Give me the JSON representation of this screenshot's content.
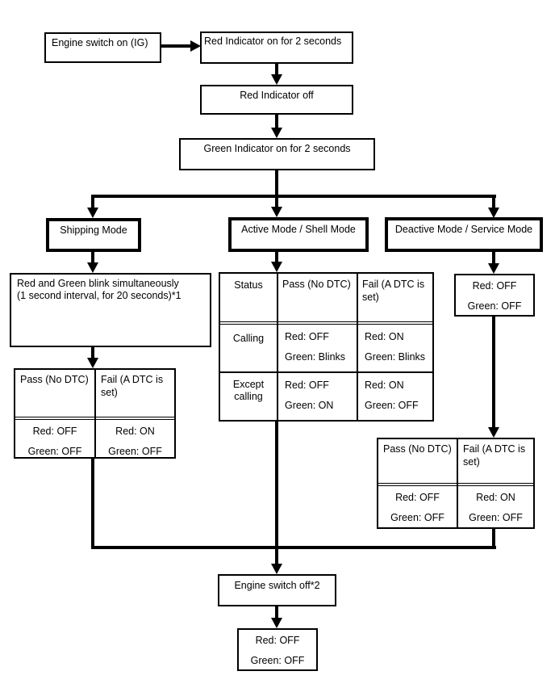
{
  "colors": {
    "line": "#000000",
    "background": "#ffffff",
    "text": "#000000"
  },
  "flow": {
    "engine_switch_on": "Engine switch on (IG)",
    "red_indicator_on": "Red Indicator on for 2 seconds",
    "red_indicator_off": "Red Indicator off",
    "green_indicator_on": "Green Indicator on for 2 seconds",
    "shipping_mode": "Shipping Mode",
    "active_mode": "Active Mode / Shell Mode",
    "deactive_mode": "Deactive Mode / Service Mode",
    "blink_note_line1": "Red and Green blink simultaneously",
    "blink_note_line2": "(1 second interval, for 20 seconds)*1",
    "deactive_state": {
      "red": "Red: OFF",
      "green": "Green: OFF"
    },
    "engine_switch_off": "Engine switch off*2",
    "final_state": {
      "red": "Red: OFF",
      "green": "Green: OFF"
    }
  },
  "shipping_table": {
    "header_pass": "Pass (No DTC)",
    "header_fail": "Fail (A DTC is set)",
    "pass": {
      "red": "Red: OFF",
      "green": "Green: OFF"
    },
    "fail": {
      "red": "Red: ON",
      "green": "Green: OFF"
    }
  },
  "active_table": {
    "header_status": "Status",
    "header_pass": "Pass (No DTC)",
    "header_fail": "Fail (A DTC is set)",
    "rows": [
      {
        "label": "Calling",
        "pass": {
          "red": "Red: OFF",
          "green": "Green: Blinks"
        },
        "fail": {
          "red": "Red: ON",
          "green": "Green: Blinks"
        }
      },
      {
        "label": "Except calling",
        "pass": {
          "red": "Red: OFF",
          "green": "Green: ON"
        },
        "fail": {
          "red": "Red: ON",
          "green": "Green: OFF"
        }
      }
    ]
  },
  "deactive_table": {
    "header_pass": "Pass (No DTC)",
    "header_fail": "Fail (A DTC is set)",
    "pass": {
      "red": "Red: OFF",
      "green": "Green: OFF"
    },
    "fail": {
      "red": "Red: ON",
      "green": "Green: OFF"
    }
  }
}
